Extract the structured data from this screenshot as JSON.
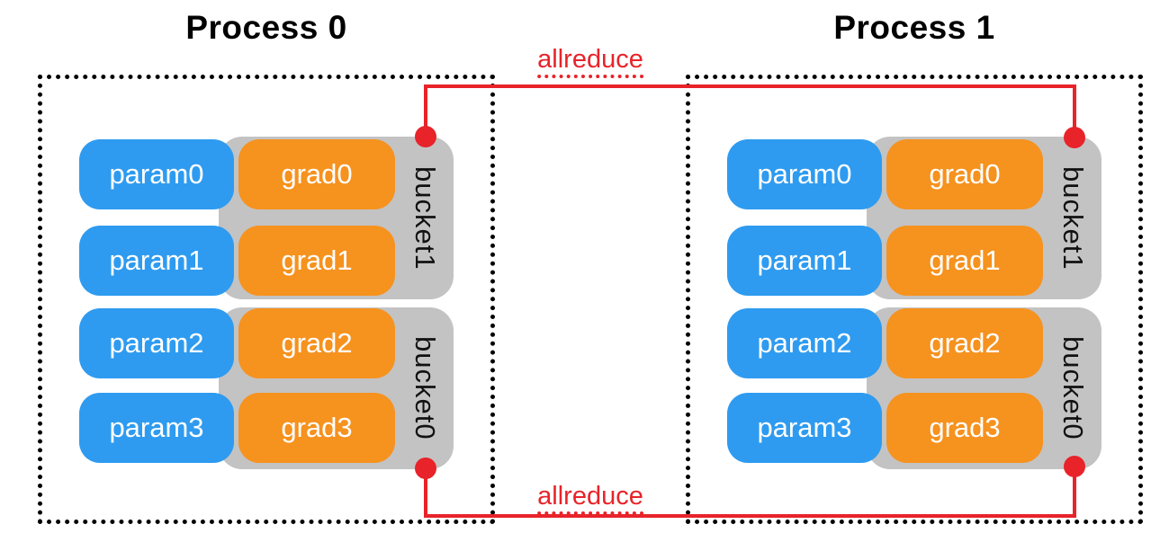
{
  "diagram_title_hint": "gradient bucketing with allreduce across two processes",
  "processes": [
    {
      "title": "Process 0",
      "buckets": [
        {
          "label": "bucket1",
          "rows": [
            {
              "param": "param0",
              "grad": "grad0"
            },
            {
              "param": "param1",
              "grad": "grad1"
            }
          ]
        },
        {
          "label": "bucket0",
          "rows": [
            {
              "param": "param2",
              "grad": "grad2"
            },
            {
              "param": "param3",
              "grad": "grad3"
            }
          ]
        }
      ]
    },
    {
      "title": "Process 1",
      "buckets": [
        {
          "label": "bucket1",
          "rows": [
            {
              "param": "param0",
              "grad": "grad0"
            },
            {
              "param": "param1",
              "grad": "grad1"
            }
          ]
        },
        {
          "label": "bucket0",
          "rows": [
            {
              "param": "param2",
              "grad": "grad2"
            },
            {
              "param": "param3",
              "grad": "grad3"
            }
          ]
        }
      ]
    }
  ],
  "connections": {
    "top_label": "allreduce",
    "bottom_label": "allreduce"
  },
  "colors": {
    "param_fill": "#2E9BF0",
    "grad_fill": "#F6921E",
    "bucket_fill": "#C3C3C3",
    "connection": "#E8232A",
    "boundary": "#000000",
    "pill_text": "#FFFFFF",
    "title_text": "#000000"
  }
}
